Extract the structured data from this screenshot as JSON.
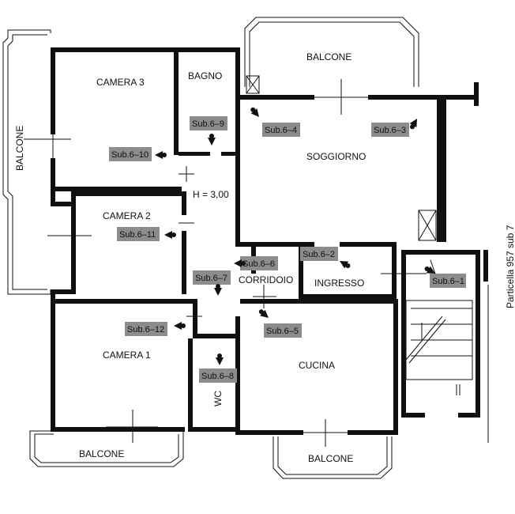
{
  "rooms": {
    "camera_3": "CAMERA 3",
    "bagno": "BAGNO",
    "balcone_top": "BALCONE",
    "soggiorno": "SOGGIORNO",
    "balcone_left": "BALCONE",
    "height_note": "H = 3,00",
    "camera_2": "CAMERA 2",
    "corridoio": "CORRIDOIO",
    "ingresso": "INGRESSO",
    "camera_1": "CAMERA 1",
    "cucina": "CUCINA",
    "wc": "WC",
    "balcone_bottom_left": "BALCONE",
    "balcone_bottom_right": "BALCONE",
    "side_note": "Particella 957 sub 7"
  },
  "subs": {
    "s1": "Sub.6–1",
    "s2": "Sub.6–2",
    "s3": "Sub.6–3",
    "s4": "Sub.6–4",
    "s5": "Sub.6–5",
    "s6": "Sub.6–6",
    "s7": "Sub.6–7",
    "s8": "Sub.6–8",
    "s9": "Sub.6–9",
    "s10": "Sub.6–10",
    "s11": "Sub.6–11",
    "s12": "Sub.6–12"
  }
}
